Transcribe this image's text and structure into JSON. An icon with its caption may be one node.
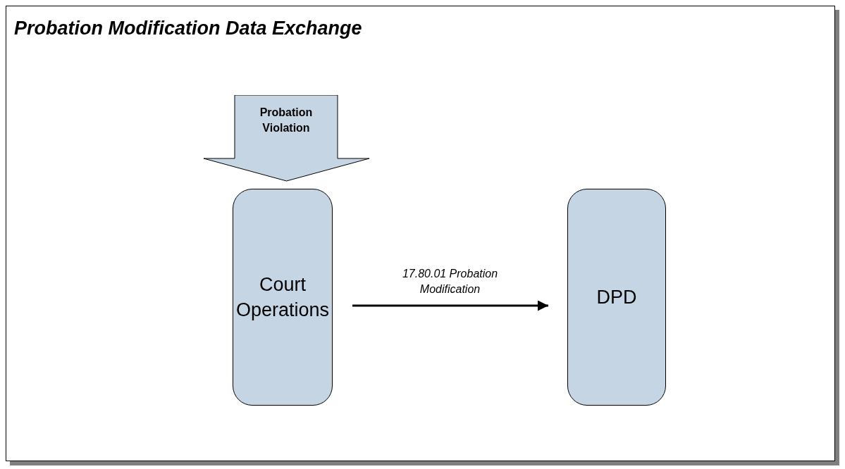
{
  "diagram": {
    "title": "Probation Modification Data Exchange",
    "nodes": [
      {
        "text": [
          "Probation Violation"
        ]
      },
      {
        "text": [
          "Court Operations"
        ]
      },
      {
        "text": [
          "DPD"
        ]
      }
    ],
    "edges": [
      {
        "from": 1,
        "to": 2,
        "arrow": "to",
        "label": "17.80.01 Probation Modification"
      }
    ]
  }
}
